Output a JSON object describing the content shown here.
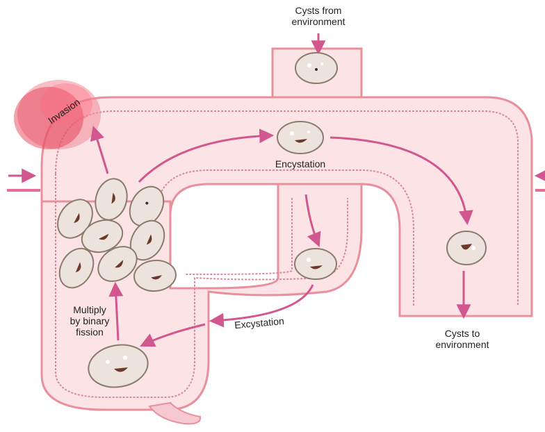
{
  "labels": {
    "cysts_from_environment": [
      "Cysts from",
      "environment"
    ],
    "invasion": "Invasion",
    "encystation": "Encystation",
    "excystation": "Excystation",
    "multiply": [
      "Multiply",
      "by binary",
      "fission"
    ],
    "cysts_to_environment": [
      "Cysts to",
      "environment"
    ]
  },
  "colors": {
    "intestine_fill": "#fbe3e6",
    "intestine_wall": "#e8909c",
    "arrow": "#d2578f",
    "cyst_fill": "#ece4dc",
    "nucleus": "#6b3a2a",
    "invasion_red": "#e0304a"
  }
}
